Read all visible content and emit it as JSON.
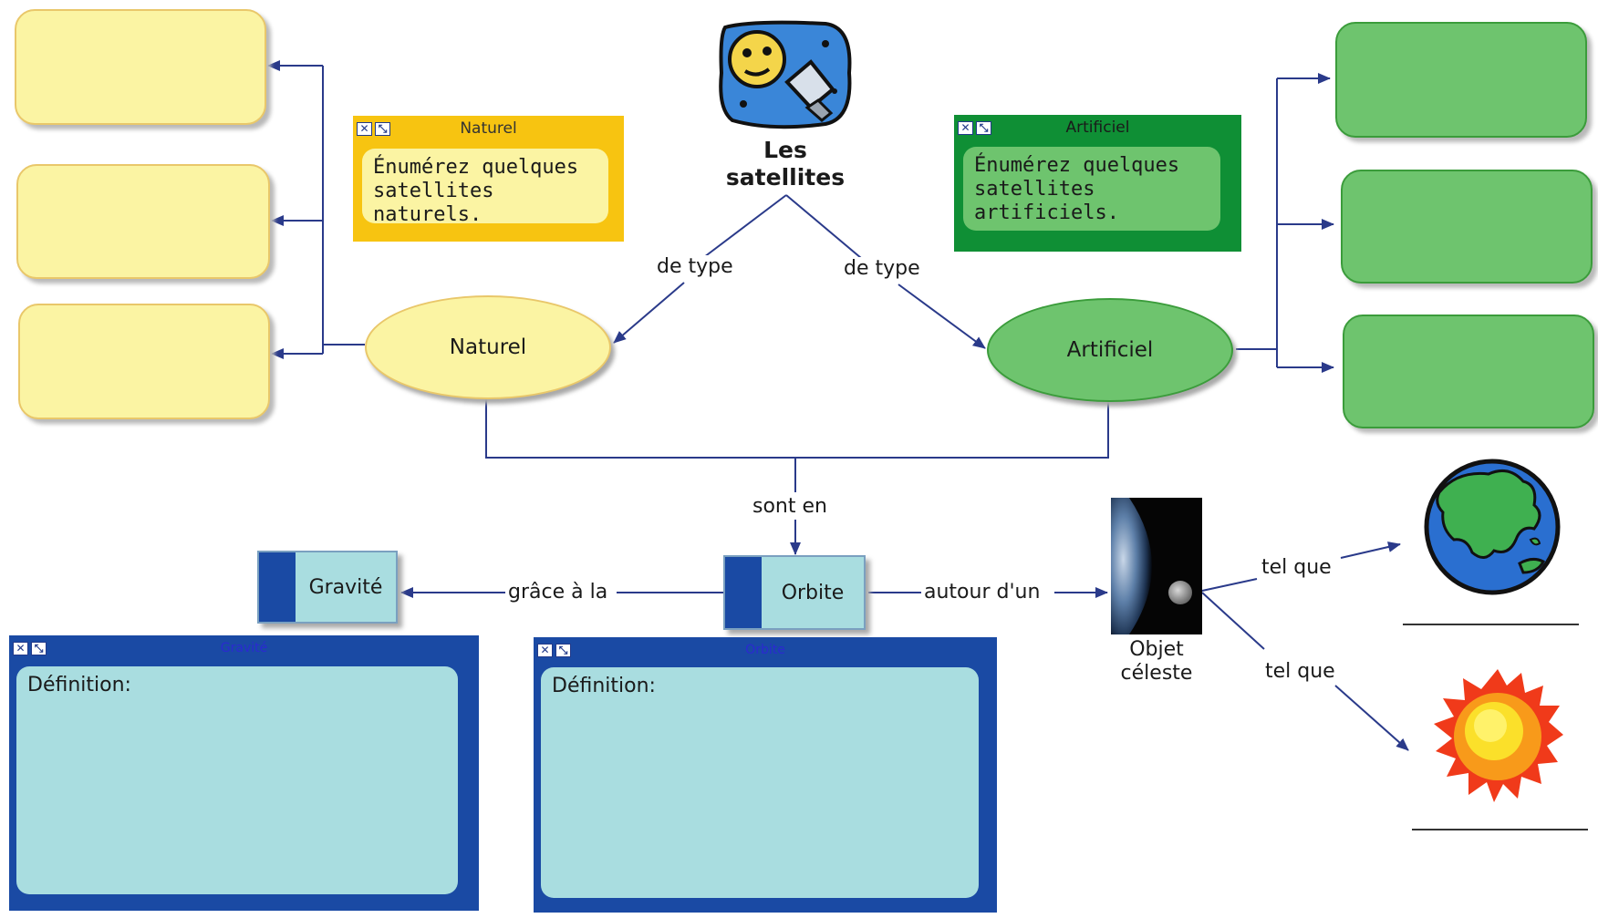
{
  "central_concept": {
    "line1": "Les",
    "line2": "satellites"
  },
  "concepts": {
    "naturel": "Naturel",
    "artificiel": "Artificiel",
    "orbite": "Orbite",
    "gravite": "Gravité",
    "objet_celeste": {
      "line1": "Objet",
      "line2": "céleste"
    }
  },
  "links": {
    "de_type_left": "de type",
    "de_type_right": "de type",
    "sont_en": "sont en",
    "grace_a_la": "grâce à la",
    "autour_dun": "autour d'un",
    "tel_que_top": "tel que",
    "tel_que_bottom": "tel que"
  },
  "notes": {
    "naturel": {
      "title": "Naturel",
      "text_line1": "Énumérez quelques",
      "text_line2": "satellites naturels."
    },
    "artificiel": {
      "title": "Artificiel",
      "text_line1": "Énumérez quelques",
      "text_line2": "satellites artificiels."
    },
    "gravite": {
      "title": "Gravité",
      "text": "Définition:"
    },
    "orbite": {
      "title": "Orbite",
      "text": "Définition:"
    }
  },
  "icons": {
    "close": "close-icon",
    "resize": "resize-icon",
    "telescope": "telescope-moon-icon",
    "earth_moon": "earth-moon-photo-icon",
    "earth": "earth-globe-icon",
    "sun": "sun-icon"
  },
  "colors": {
    "yellow_fill": "#fbf4a3",
    "green_fill": "#6ec46e",
    "blue_dark": "#1a4aa4",
    "cyan_light": "#a9dde0",
    "orange_note": "#f7c411",
    "green_note": "#0f8f35",
    "connector": "#2a3a8a"
  }
}
